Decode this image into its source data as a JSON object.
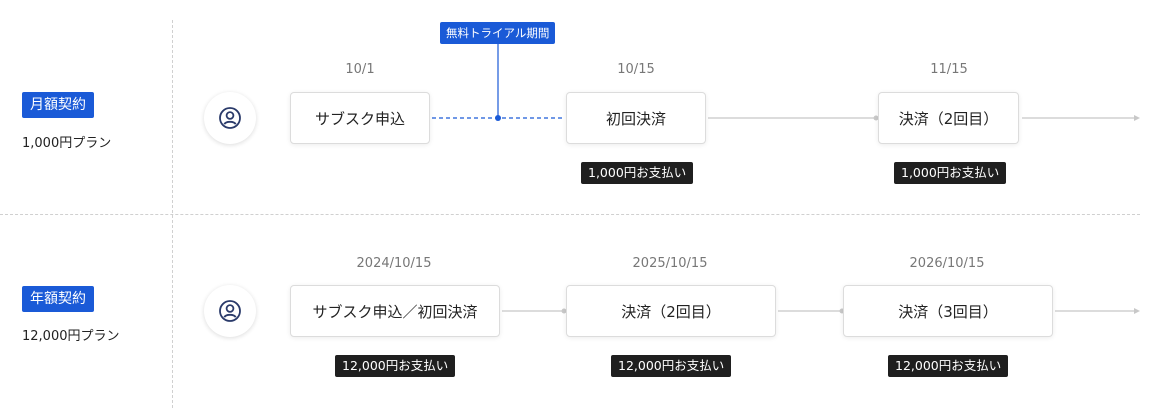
{
  "rows": [
    {
      "plan_label": "月額契約",
      "plan_price": "1,000円プラン",
      "dates": [
        "10/1",
        "10/15",
        "11/15"
      ],
      "steps": [
        "サブスク申込",
        "初回決済",
        "決済（2回目）"
      ],
      "payments": [
        "1,000円お支払い",
        "1,000円お支払い"
      ],
      "trial_label": "無料トライアル期間"
    },
    {
      "plan_label": "年額契約",
      "plan_price": "12,000円プラン",
      "dates": [
        "2024/10/15",
        "2025/10/15",
        "2026/10/15"
      ],
      "steps": [
        "サブスク申込／初回決済",
        "決済（2回目）",
        "決済（3回目）"
      ],
      "payments": [
        "12,000円お支払い",
        "12,000円お支払い",
        "12,000円お支払い"
      ]
    }
  ],
  "colors": {
    "accent": "#1a5ad7",
    "pay_bg": "#1f1f1f",
    "line": "#c8c8c8"
  }
}
